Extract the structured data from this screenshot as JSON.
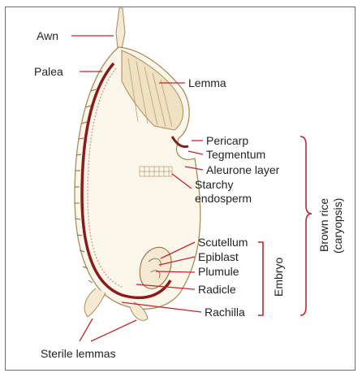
{
  "labels": {
    "awn": "Awn",
    "palea": "Palea",
    "lemma": "Lemma",
    "pericarp": "Pericarp",
    "tegmentum": "Tegmentum",
    "aleurone": "Aleurone layer",
    "starchy_1": "Starchy",
    "starchy_2": "endosperm",
    "scutellum": "Scutellum",
    "epiblast": "Epiblast",
    "plumule": "Plumule",
    "radicle": "Radicle",
    "rachilla": "Rachilla",
    "sterile_lemmas": "Sterile lemmas",
    "embryo": "Embryo",
    "brown_rice_1": "Brown rice",
    "brown_rice_2": "(caryopsis)"
  },
  "colors": {
    "leader": "#c2272d",
    "hull_fill": "#f4ead4",
    "hull_stroke": "#a88c5a",
    "inner_layer": "#8b1a1a",
    "endosperm": "#ffffff"
  }
}
